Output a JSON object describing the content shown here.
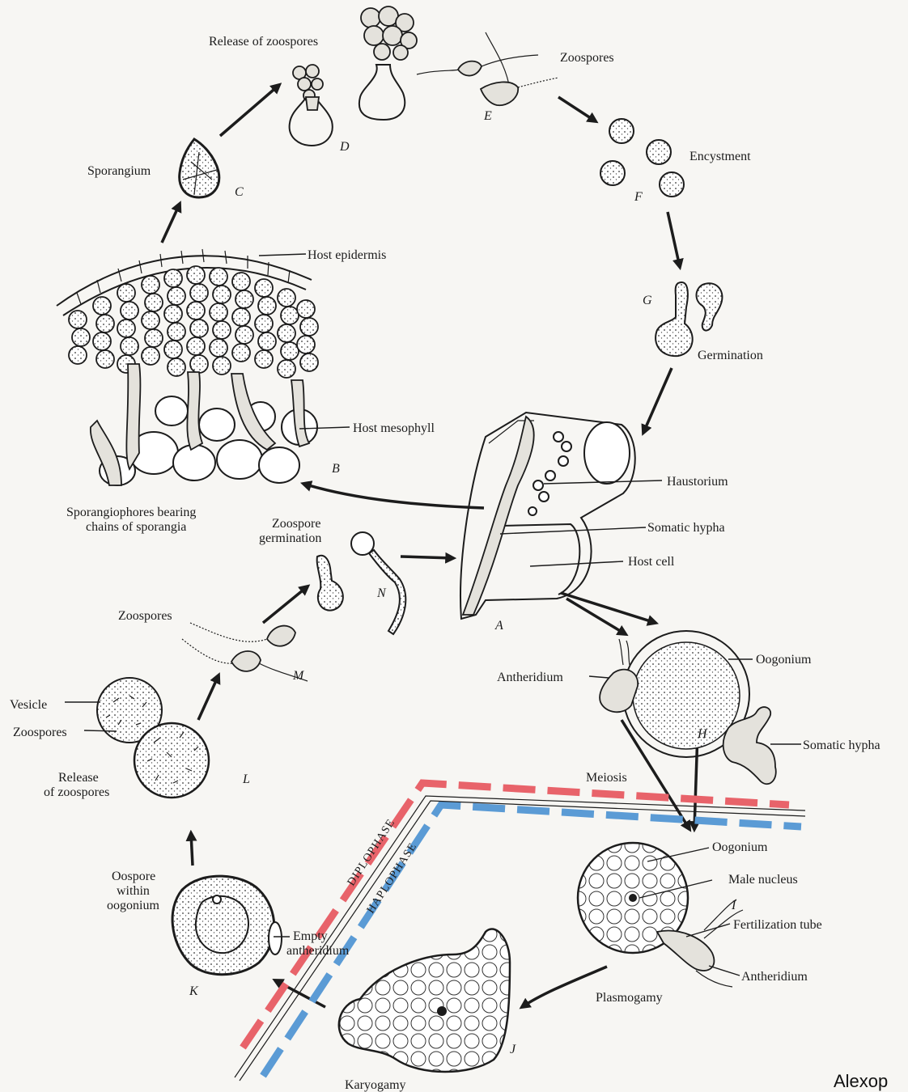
{
  "colors": {
    "diplophase_line": "#e8636a",
    "haplophase_line": "#5b9bd5",
    "ink": "#1c1c1c",
    "paper": "#f7f6f3"
  },
  "stages": {
    "A": "A",
    "B": "B",
    "C": "C",
    "D": "D",
    "E": "E",
    "F": "F",
    "G": "G",
    "H": "H",
    "I": "I",
    "J": "J",
    "K": "K",
    "L": "L",
    "M": "M",
    "N": "N"
  },
  "labels": {
    "release_of_zoospores_top": "Release of zoospores",
    "zoospores_top": "Zoospores",
    "encystment": "Encystment",
    "sporangium": "Sporangium",
    "host_epidermis": "Host epidermis",
    "germination": "Germination",
    "host_mesophyll": "Host mesophyll",
    "sporangiophores_line1": "Sporangiophores bearing",
    "sporangiophores_line2": "chains of sporangia",
    "haustorium": "Haustorium",
    "zoospore_germination_line1": "Zoospore",
    "zoospore_germination_line2": "germination",
    "somatic_hypha_A": "Somatic hypha",
    "host_cell": "Host cell",
    "zoospores_M": "Zoospores",
    "antheridium_H": "Antheridium",
    "oogonium_H": "Oogonium",
    "vesicle": "Vesicle",
    "zoospores_L": "Zoospores",
    "somatic_hypha_H": "Somatic hypha",
    "release_L_line1": "Release",
    "release_L_line2": "of zoospores",
    "meiosis": "Meiosis",
    "diplophase": "DIPLOPHASE",
    "haplophase": "HAPLOPHASE",
    "oogonium_I": "Oogonium",
    "male_nucleus": "Male nucleus",
    "oospore_line1": "Oospore",
    "oospore_line2": "within",
    "oospore_line3": "oogonium",
    "fertilization_tube": "Fertilization tube",
    "empty_antheridium_line1": "Empty",
    "empty_antheridium_line2": "antheridium",
    "antheridium_I": "Antheridium",
    "plasmogamy": "Plasmogamy",
    "karyogamy": "Karyogamy"
  },
  "credit": "Alexop"
}
